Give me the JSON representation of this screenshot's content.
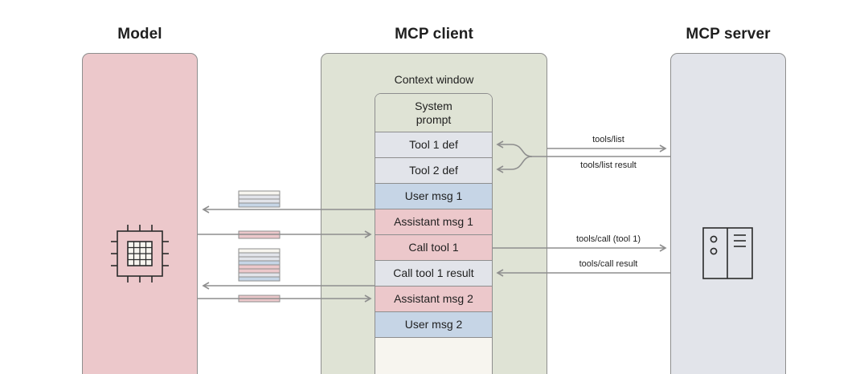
{
  "columns": {
    "model": "Model",
    "client": "MCP client",
    "server": "MCP server"
  },
  "context_window": {
    "title": "Context window",
    "cells": [
      {
        "label": "System\nprompt",
        "kind": "system"
      },
      {
        "label": "Tool 1 def",
        "kind": "tool"
      },
      {
        "label": "Tool 2 def",
        "kind": "tool"
      },
      {
        "label": "User msg 1",
        "kind": "user"
      },
      {
        "label": "Assistant msg 1",
        "kind": "assistant"
      },
      {
        "label": "Call tool 1",
        "kind": "call"
      },
      {
        "label": "Call tool 1 result",
        "kind": "result"
      },
      {
        "label": "Assistant msg 2",
        "kind": "assistant"
      },
      {
        "label": "User msg 2",
        "kind": "user"
      },
      {
        "label": "",
        "kind": "empty"
      }
    ]
  },
  "protocol_messages": {
    "tools_list": "tools/list",
    "tools_list_result": "tools/list result",
    "tools_call": "tools/call (tool 1)",
    "tools_call_result": "tools/call result"
  },
  "icons": {
    "model": "cpu-chip-icon",
    "server": "server-rack-icon"
  },
  "colors": {
    "model_panel": "#ecc8cb",
    "client_panel": "#dfe3d5",
    "server_panel": "#e2e4ea",
    "user_msg": "#c6d5e6",
    "assistant_msg": "#ecc8cb",
    "tool_def": "#e2e4ea",
    "arrow": "#8e8e8e"
  }
}
